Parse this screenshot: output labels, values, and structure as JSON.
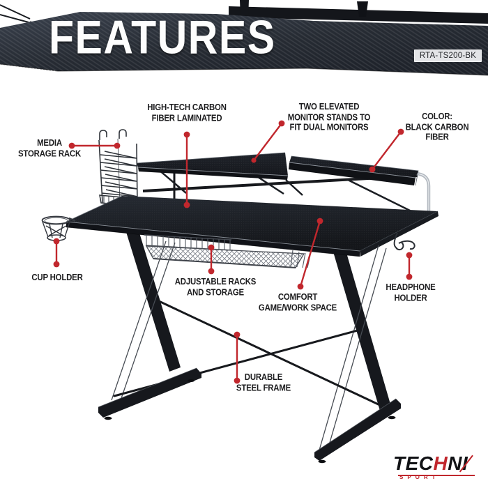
{
  "banner": {
    "title": "FEATURES",
    "model_code": "RTA-TS200-BK"
  },
  "callouts": [
    {
      "id": "media-storage-rack",
      "lines": [
        "MEDIA",
        "STORAGE RACK"
      ]
    },
    {
      "id": "carbon-fiber-laminated",
      "lines": [
        "HIGH-TECH CARBON",
        "FIBER LAMINATED"
      ]
    },
    {
      "id": "elevated-monitor-stands",
      "lines": [
        "TWO ELEVATED",
        "MONITOR STANDS TO",
        "FIT DUAL MONITORS"
      ]
    },
    {
      "id": "color-black-carbon-fiber",
      "lines": [
        "COLOR:",
        "BLACK CARBON",
        "FIBER"
      ]
    },
    {
      "id": "cup-holder",
      "lines": [
        "CUP HOLDER"
      ]
    },
    {
      "id": "adjustable-racks-storage",
      "lines": [
        "ADJUSTABLE RACKS",
        "AND STORAGE"
      ]
    },
    {
      "id": "comfort-game-work-space",
      "lines": [
        "COMFORT",
        "GAME/WORK SPACE"
      ]
    },
    {
      "id": "headphone-holder",
      "lines": [
        "HEADPHONE",
        "HOLDER"
      ]
    },
    {
      "id": "durable-steel-frame",
      "lines": [
        "DURABLE",
        "STEEL FRAME"
      ]
    }
  ],
  "logo": {
    "brand_pre": "TEC",
    "brand_accent": "H",
    "brand_post": "NI",
    "subtitle": "SPORT"
  },
  "colors": {
    "accent_red": "#c1272d",
    "banner_dark": "#262b33",
    "label_text": "#1d1d1f",
    "desk_black": "#16181d",
    "chrome": "#b3b9c0"
  }
}
